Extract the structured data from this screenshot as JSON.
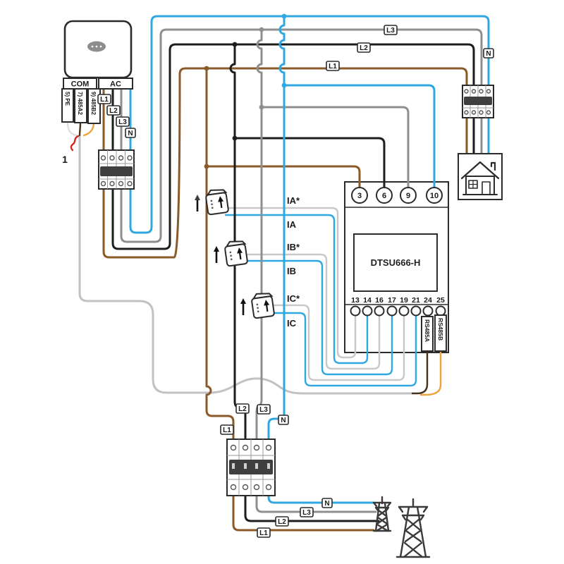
{
  "inverter": {
    "com_label": "COM",
    "ac_label": "AC",
    "com_terminals": [
      "5) PE",
      "7) 485A2",
      "9) 485B2"
    ],
    "callout": "1"
  },
  "phases": {
    "l1": "L1",
    "l2": "L2",
    "l3": "L3",
    "n": "N"
  },
  "ct": {
    "labels": [
      "IA*",
      "IA",
      "IB*",
      "IB",
      "IC*",
      "IC"
    ]
  },
  "meter": {
    "model": "DTSU666-H",
    "top_terminals": [
      "3",
      "6",
      "9",
      "10"
    ],
    "bottom_terminals": [
      "13",
      "14",
      "16",
      "17",
      "19",
      "21",
      "24",
      "25"
    ],
    "comm_ports": [
      "RS485A",
      "RS485B"
    ]
  },
  "colors": {
    "l1_brown": "#8a5a28",
    "l2_black": "#1d1d1b",
    "l3_gray": "#8f8f8f",
    "neutral_blue": "#2fa8e1",
    "ct_secondary_gray": "#c8c8c8",
    "ct_secondary_blue": "#2fa8e1",
    "comm_cable_gray": "#c2c2c2",
    "rs485a_wire": "#45301c",
    "rs485b_wire": "#f0a23c",
    "pe_callout_red": "#d5281e",
    "component_outline": "#2b2b2b"
  }
}
